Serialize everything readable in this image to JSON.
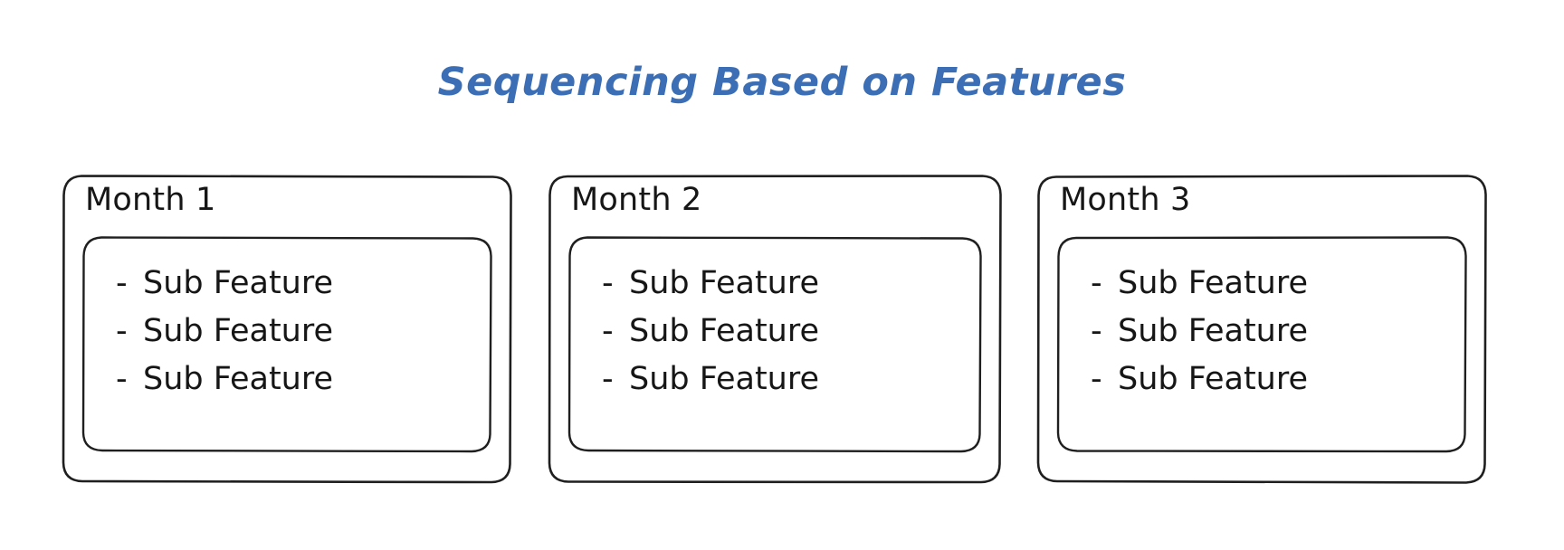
{
  "title": {
    "text": "Sequencing Based on Features",
    "color": "#3b6eb5"
  },
  "theme": {
    "background": "#ffffff",
    "stroke": "#1f1f1f",
    "text": "#161616"
  },
  "bullet": "-",
  "cards": [
    {
      "label": "Month 1",
      "features": [
        "Sub Feature",
        "Sub Feature",
        "Sub Feature"
      ]
    },
    {
      "label": "Month 2",
      "features": [
        "Sub Feature",
        "Sub Feature",
        "Sub Feature"
      ]
    },
    {
      "label": "Month 3",
      "features": [
        "Sub Feature",
        "Sub Feature",
        "Sub Feature"
      ]
    }
  ]
}
